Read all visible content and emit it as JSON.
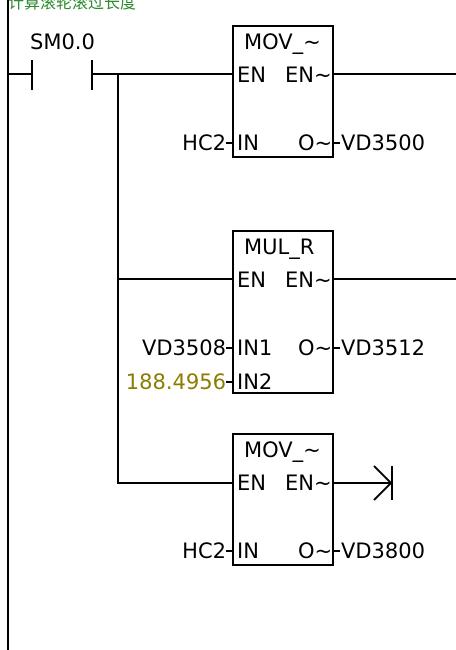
{
  "network": {
    "comment": "计算滚轮滚过长度",
    "contact_label": "SM0.0",
    "constant_color": "#8b7d00",
    "comment_color": "#2e8b2e"
  },
  "boxes": [
    {
      "title": "MOV_~",
      "en": "EN",
      "eno": "EN~",
      "inputs": [
        {
          "pin": "IN",
          "operand": "HC2"
        }
      ],
      "output": {
        "pin": "O~",
        "operand": "VD3500"
      }
    },
    {
      "title": "MUL_R",
      "en": "EN",
      "eno": "EN~",
      "inputs": [
        {
          "pin": "IN1",
          "operand": "VD3508"
        },
        {
          "pin": "IN2",
          "operand": "188.4956"
        }
      ],
      "output": {
        "pin": "O~",
        "operand": "VD3512"
      }
    },
    {
      "title": "MOV_~",
      "en": "EN",
      "eno": "EN~",
      "inputs": [
        {
          "pin": "IN",
          "operand": "HC2"
        }
      ],
      "output": {
        "pin": "O~",
        "operand": "VD3800"
      }
    }
  ]
}
